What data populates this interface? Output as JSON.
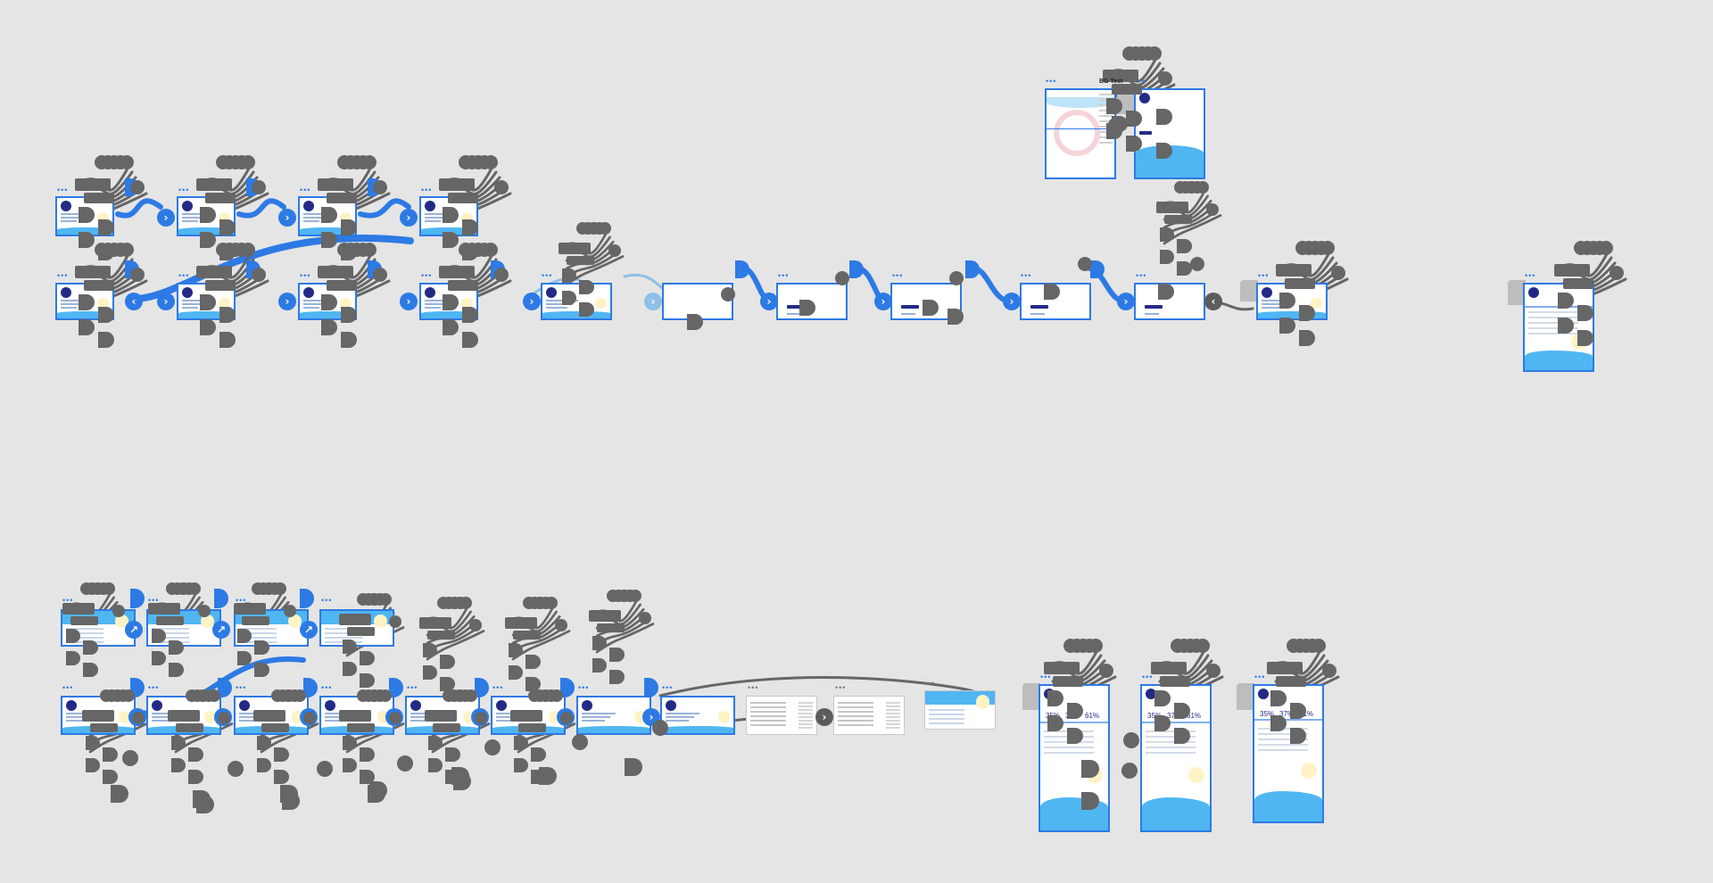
{
  "canvas": {
    "background": "#e5e5e5"
  },
  "colors": {
    "frame_border": "#2d7ae5",
    "connector_blue": "#2d7ae5",
    "connector_grey": "#666666",
    "connector_light": "#8ec0e8",
    "header_navy": "#232a86",
    "wave_blue": "#4fb6f2"
  },
  "frames": {
    "bg_test_label": "BG Test"
  },
  "nav_buttons": {
    "next_icon": "chevron-right-icon",
    "prev_icon": "chevron-left-icon",
    "next_glyph": "›",
    "prev_glyph": "‹",
    "link_glyph": "↗"
  },
  "stat_card": {
    "values": [
      "35%",
      "37%",
      "61%"
    ]
  }
}
